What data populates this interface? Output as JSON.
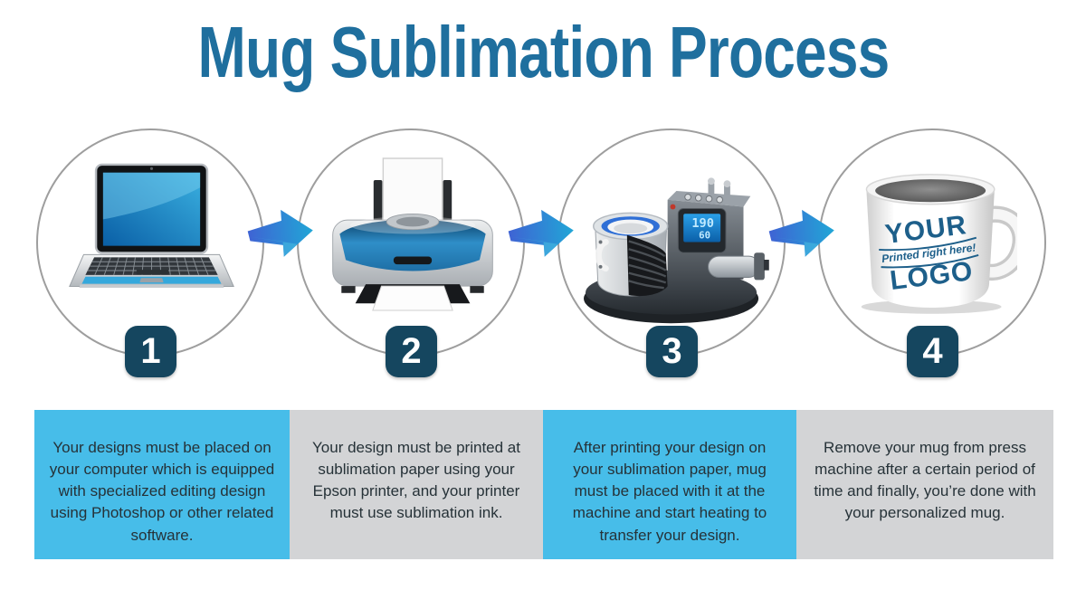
{
  "title": "Mug Sublimation Process",
  "colors": {
    "title_blue": "#1f6f9e",
    "badge_navy": "#15465f",
    "box_blue": "#47bde9",
    "box_gray": "#d3d4d6",
    "arrow_blue_start": "#3f63d4",
    "arrow_blue_end": "#21a6d6",
    "circle_outline": "#9e9e9e",
    "description_text": "#263238"
  },
  "steps": [
    {
      "number": "1",
      "icon": "laptop-icon",
      "description": "Your designs must be placed on your computer which is equipped with specialized editing design using Photoshop or other related software."
    },
    {
      "number": "2",
      "icon": "printer-icon",
      "description": "Your design must be printed at sublimation paper using your Epson printer, and your printer must use sublimation ink."
    },
    {
      "number": "3",
      "icon": "mug-press-machine-icon",
      "description": "After printing your design on your sublimation paper, mug must be placed with it at the machine and start heating to transfer your design."
    },
    {
      "number": "4",
      "icon": "printed-mug-icon",
      "description": "Remove your mug from press machine after a certain period of time and finally, you’re done with your personalized mug."
    }
  ],
  "mug_print": {
    "line1": "YOUR",
    "line2": "Printed right here!",
    "line3": "LOGO"
  },
  "press_machine_display": {
    "temperature": "190",
    "time": "60"
  }
}
